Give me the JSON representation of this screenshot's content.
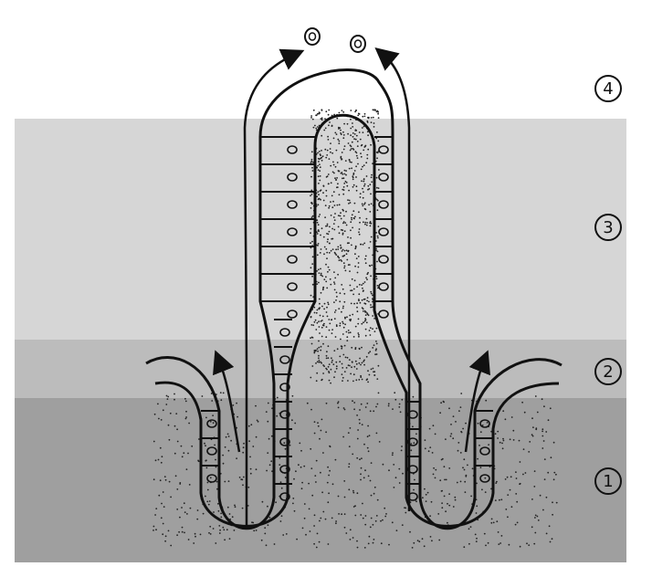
{
  "zone_labels": [
    "4",
    "3",
    "2",
    "1"
  ]
}
